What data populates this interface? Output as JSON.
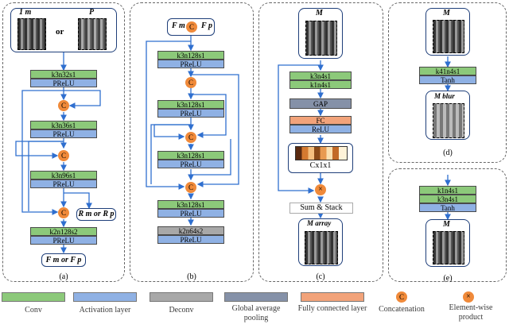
{
  "panel_a": {
    "input_left": "1 m",
    "input_or": "or",
    "input_right": "P",
    "conv1": "k3n32s1",
    "act1": "PReLU",
    "conv2": "k3n36s1",
    "act2": "PReLU",
    "conv3": "k3n96s1",
    "act3": "PReLU",
    "side_out": "R m or R p",
    "conv4": "k2n128s2",
    "act4": "PReLU",
    "output": "F m or F p",
    "caption": "(a)"
  },
  "panel_b": {
    "input_fm": "F m",
    "input_fp": "F p",
    "conv1": "k3n128s1",
    "act1": "PReLU",
    "conv2": "k3n128s1",
    "act2": "PReLU",
    "conv3": "k3n128s1",
    "act3": "PReLU",
    "conv4": "k3n128s1",
    "act4": "PReLU",
    "deconv": "k2n64s2",
    "act5": "PReLU",
    "caption": "(b)"
  },
  "panel_c": {
    "input": "M",
    "conv1": "k3n4s1",
    "conv2": "k1n4s1",
    "gap": "GAP",
    "fc": "FC",
    "act": "ReLU",
    "vec_label": "Cx1x1",
    "sum": "Sum & Stack",
    "output": "M array",
    "caption": "(c)"
  },
  "panel_d": {
    "input": "M",
    "conv": "k41n4s1",
    "act": "Tanh",
    "output": "M blur",
    "caption": "(d)"
  },
  "panel_e": {
    "conv1": "k1n4s1",
    "conv2": "k3n4s1",
    "act": "Tanh",
    "output": "M",
    "caption": "(e)"
  },
  "legend": {
    "conv": "Conv",
    "activation": "Activation layer",
    "deconv": "Deconv",
    "gap": "Global average pooling",
    "fc": "Fully connected layer",
    "concat": "Concatenation",
    "concat_symbol": "C",
    "product": "Element-wise product",
    "product_symbol": "×"
  },
  "colors": {
    "conv": "#8cc97a",
    "activation": "#8fb1e4",
    "deconv": "#a8a8a8",
    "gap": "#8591a8",
    "fc": "#f2a37a",
    "concat": "#f08a3a",
    "wire": "#2f6fcf"
  }
}
